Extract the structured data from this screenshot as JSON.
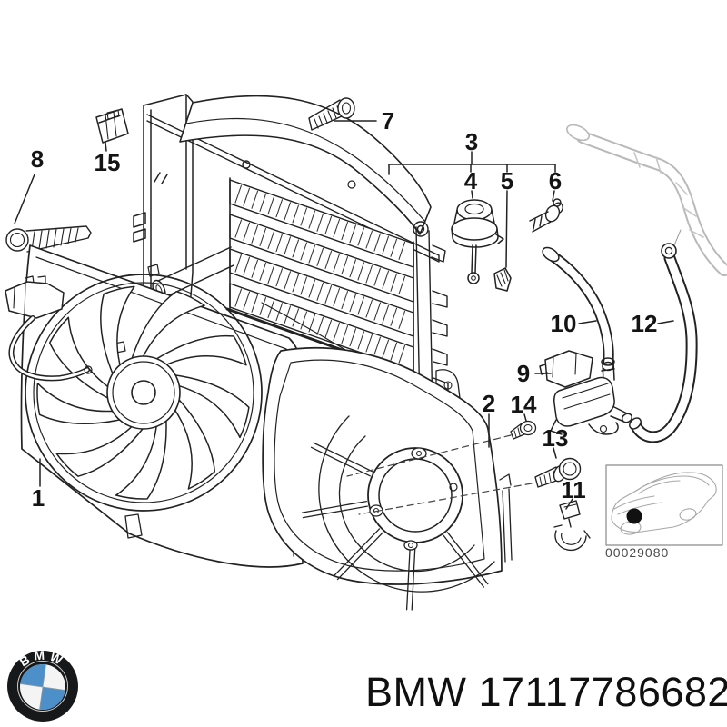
{
  "footer": {
    "brand_text": "BMW",
    "title_text": "BMW 17117786682",
    "part_number": "17117786682"
  },
  "thumbnail": {
    "code": "00029080"
  },
  "callouts": [
    {
      "label": "1"
    },
    {
      "label": "2"
    },
    {
      "label": "3"
    },
    {
      "label": "4"
    },
    {
      "label": "5"
    },
    {
      "label": "6"
    },
    {
      "label": "7"
    },
    {
      "label": "8"
    },
    {
      "label": "9"
    },
    {
      "label": "10"
    },
    {
      "label": "11"
    },
    {
      "label": "12"
    },
    {
      "label": "13"
    },
    {
      "label": "14"
    },
    {
      "label": "15"
    }
  ],
  "colors": {
    "line": "#222222",
    "light_line": "#b9b9b9",
    "roundel_blue": "#4d8fc8",
    "roundel_black": "#17181a",
    "text": "#101010",
    "thumb_text": "#4a4a4a"
  }
}
